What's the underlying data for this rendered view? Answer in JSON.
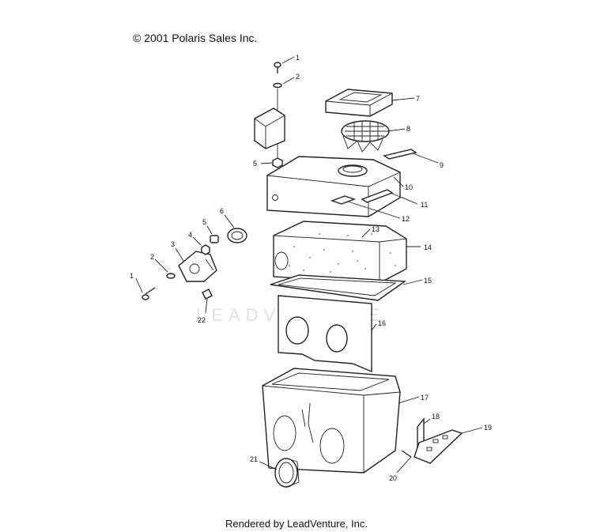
{
  "copyright": "© 2001 Polaris Sales Inc.",
  "footer": "Rendered by LeadVenture, Inc.",
  "watermark": "LEADVENTURE",
  "callouts": {
    "c1a": "1",
    "c2a": "2",
    "c5a": "5",
    "c7": "7",
    "c8": "8",
    "c9": "9",
    "c10": "10",
    "c11": "11",
    "c12": "12",
    "c13": "13",
    "c14": "14",
    "c15": "15",
    "c16": "16",
    "c17": "17",
    "c18": "18",
    "c19": "19",
    "c20": "20",
    "c21": "21",
    "c22": "22",
    "c1b": "1",
    "c2b": "2",
    "c3": "3",
    "c4": "4",
    "c5b": "5",
    "c6": "6"
  }
}
